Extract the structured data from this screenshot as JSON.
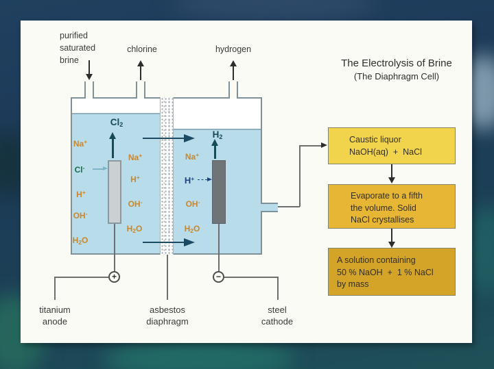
{
  "title_block": {
    "title": "The Electrolysis of Brine",
    "subtitle": "(The Diaphragm Cell)"
  },
  "top_labels": {
    "brine": [
      "purified",
      "saturated",
      "brine"
    ],
    "chlorine": "chlorine",
    "hydrogen": "hydrogen"
  },
  "cell": {
    "gases": {
      "cl2": {
        "base": "Cl",
        "sub": "2"
      },
      "h2": {
        "base": "H",
        "sub": "2"
      }
    },
    "ions": {
      "l1": {
        "base": "Na",
        "sup": "+"
      },
      "l2": {
        "base": "Cl",
        "sup": "-"
      },
      "l3": {
        "base": "H",
        "sup": "+"
      },
      "l4": {
        "base": "OH",
        "sup": "-"
      },
      "l5": {
        "base": "H",
        "sub": "2",
        "base2": "O"
      },
      "m1": {
        "base": "Na",
        "sup": "+"
      },
      "m2": {
        "base": "H",
        "sup": "+"
      },
      "m3": {
        "base": "OH",
        "sup": "-"
      },
      "m4": {
        "base": "H",
        "sub": "2",
        "base2": "O"
      },
      "r1": {
        "base": "Na",
        "sup": "+"
      },
      "r2": {
        "base": "H",
        "sup": "+"
      },
      "r3": {
        "base": "OH",
        "sup": "-"
      },
      "r4": {
        "base": "H",
        "sub": "2",
        "base2": "O"
      }
    }
  },
  "terminals": {
    "anode_sign": "+",
    "cathode_sign": "−"
  },
  "bottom_labels": {
    "anode": [
      "titanium",
      "anode"
    ],
    "diaphragm": [
      "asbestos",
      "diaphragm"
    ],
    "cathode": [
      "steel",
      "cathode"
    ]
  },
  "flowchart": {
    "box1": [
      "Caustic liquor",
      "NaOH(aq)  +  NaCl"
    ],
    "box2": [
      "Evaporate to a fifth",
      "the volume. Solid",
      "NaCl crystallises"
    ],
    "box3": [
      "A solution containing",
      "50 % NaOH  +  1 % NaCl",
      "by mass"
    ]
  },
  "colors": {
    "background_navy": "#1d3a58",
    "background_teal": "#1f5158",
    "panel": "#fbfbf6",
    "water": "#b8dcea",
    "tank_border": "#7f9198",
    "anode_fill": "#cbd0d3",
    "cathode_fill": "#6e7478",
    "ion_orange": "#c8872e",
    "ion_green": "#1e6a52",
    "ion_navy": "#1d4479",
    "gas_teal": "#154a57",
    "box1_yellow": "#f2d44c",
    "box2_gold": "#e6b634",
    "box3_dark_gold": "#d4a428"
  }
}
